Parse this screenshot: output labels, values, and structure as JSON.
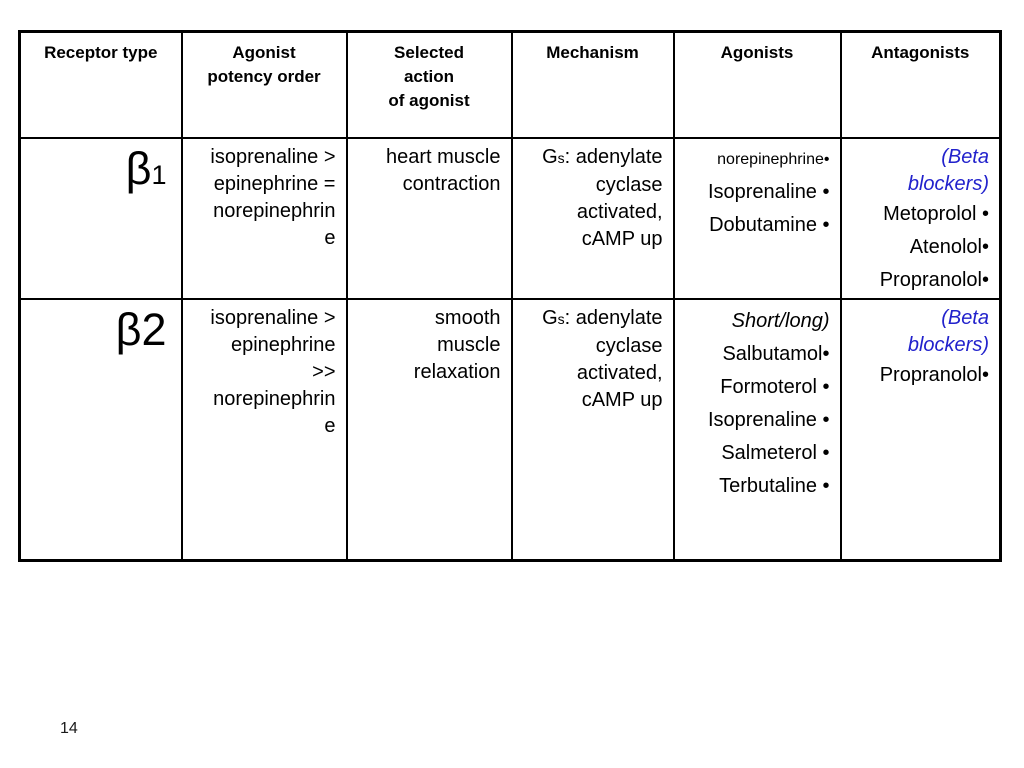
{
  "page_number": "14",
  "colors": {
    "text": "#000000",
    "accent_blue": "#2222CC",
    "border": "#000000",
    "background": "#FFFFFF"
  },
  "table": {
    "header": {
      "receptor_type": [
        "Receptor type"
      ],
      "agonist_potency": [
        "Agonist",
        "potency order"
      ],
      "selected_action": [
        "Selected",
        "action",
        "of agonist"
      ],
      "mechanism": [
        "Mechanism"
      ],
      "agonists": [
        "Agonists"
      ],
      "antagonists": [
        "Antagonists"
      ]
    },
    "rows": [
      {
        "receptor": {
          "base": "β",
          "sub": "1"
        },
        "potency_lines": [
          "isoprenaline >",
          "epinephrine =",
          "norepinephrin",
          "e"
        ],
        "action_lines": [
          "heart muscle",
          "contraction"
        ],
        "mechanism": {
          "g": "G",
          "g_sub": "s",
          "g_rest": ": adenylate",
          "lines": [
            "cyclase",
            "activated,",
            "cAMP up"
          ]
        },
        "agonists_small_line": "norepinephrine•",
        "agonists_lines": [
          "Isoprenaline •",
          "Dobutamine •"
        ],
        "antagonists_note_lines": [
          "(Beta",
          "blockers)"
        ],
        "antagonists_lines": [
          "Metoprolol •",
          "Atenolol•",
          "Propranolol•"
        ]
      },
      {
        "receptor": {
          "base": "β2",
          "sub": ""
        },
        "potency_lines": [
          "isoprenaline >",
          "epinephrine",
          ">>",
          "norepinephrin",
          "e"
        ],
        "action_lines": [
          "smooth",
          "muscle",
          "relaxation"
        ],
        "mechanism": {
          "g": "G",
          "g_sub": "s",
          "g_rest": ": adenylate",
          "lines": [
            "cyclase",
            "activated,",
            "cAMP up"
          ]
        },
        "agonists_note": "Short/long)",
        "agonists_lines": [
          "Salbutamol•",
          "Formoterol •",
          "Isoprenaline •",
          "Salmeterol •",
          "Terbutaline •"
        ],
        "antagonists_note_lines": [
          "(Beta",
          "blockers)"
        ],
        "antagonists_lines": [
          "Propranolol•"
        ]
      }
    ]
  }
}
